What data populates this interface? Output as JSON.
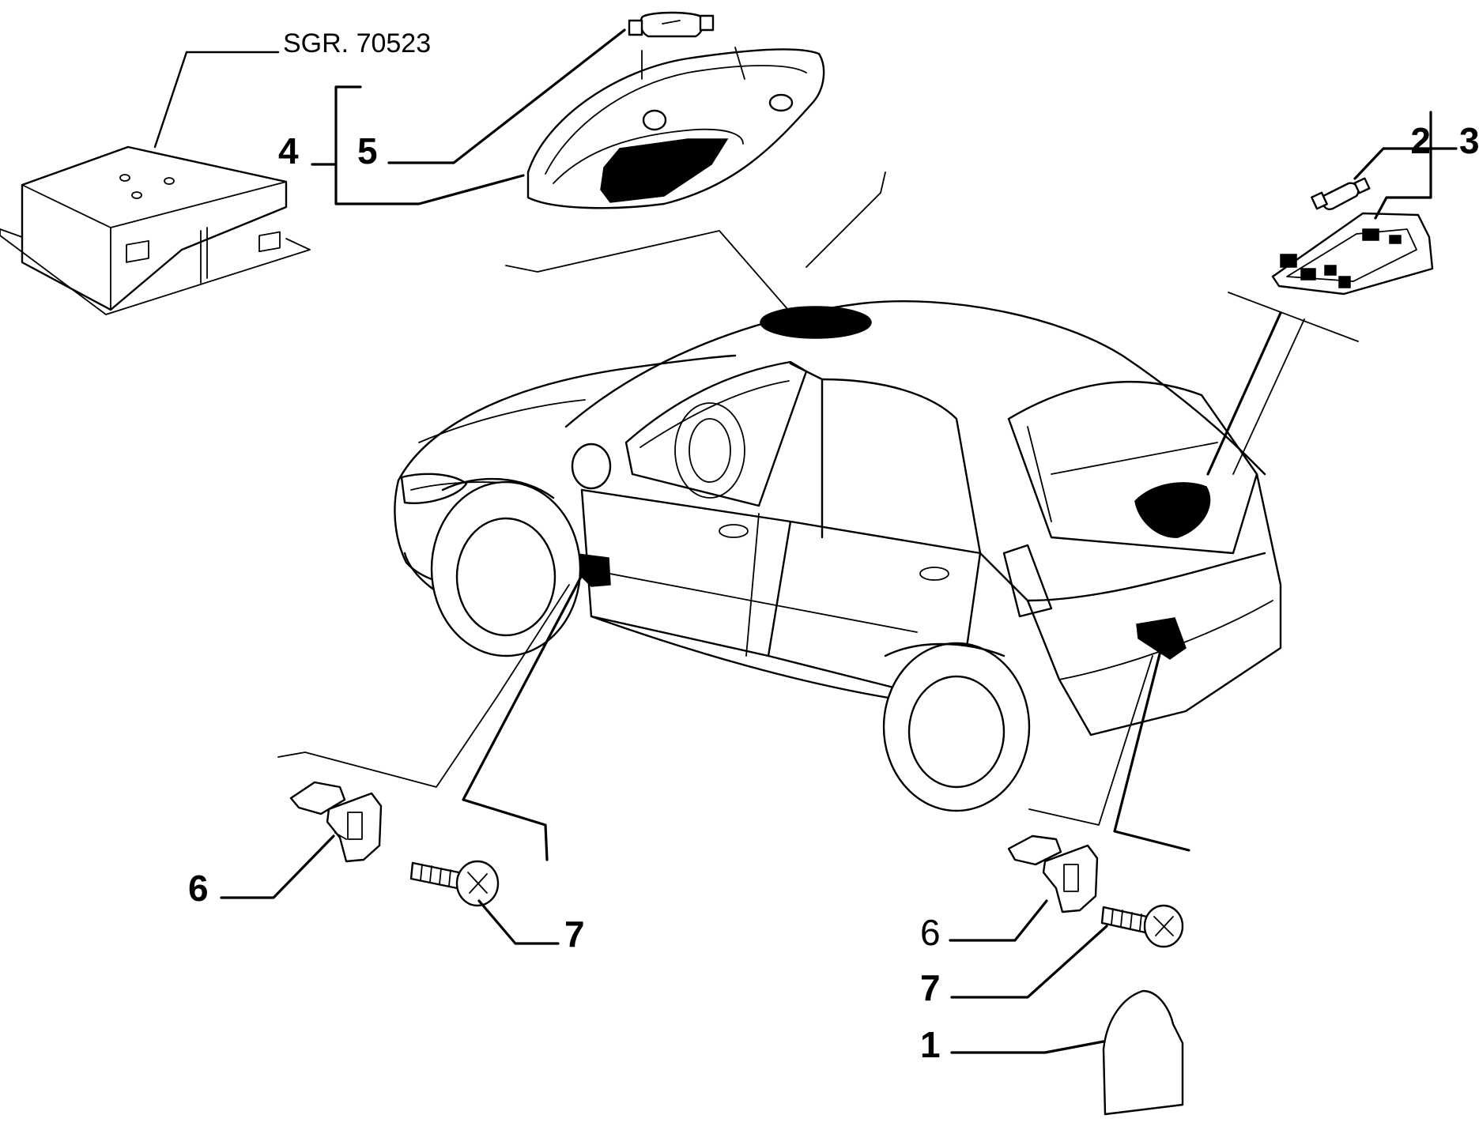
{
  "reference": {
    "text": "SGR. 70523"
  },
  "callouts": {
    "c4": "4",
    "c5": "5",
    "c2": "2",
    "c3": "3",
    "c6_left": "6",
    "c7_left": "7",
    "c6_right": "6",
    "c7_right": "7",
    "c1": "1"
  }
}
